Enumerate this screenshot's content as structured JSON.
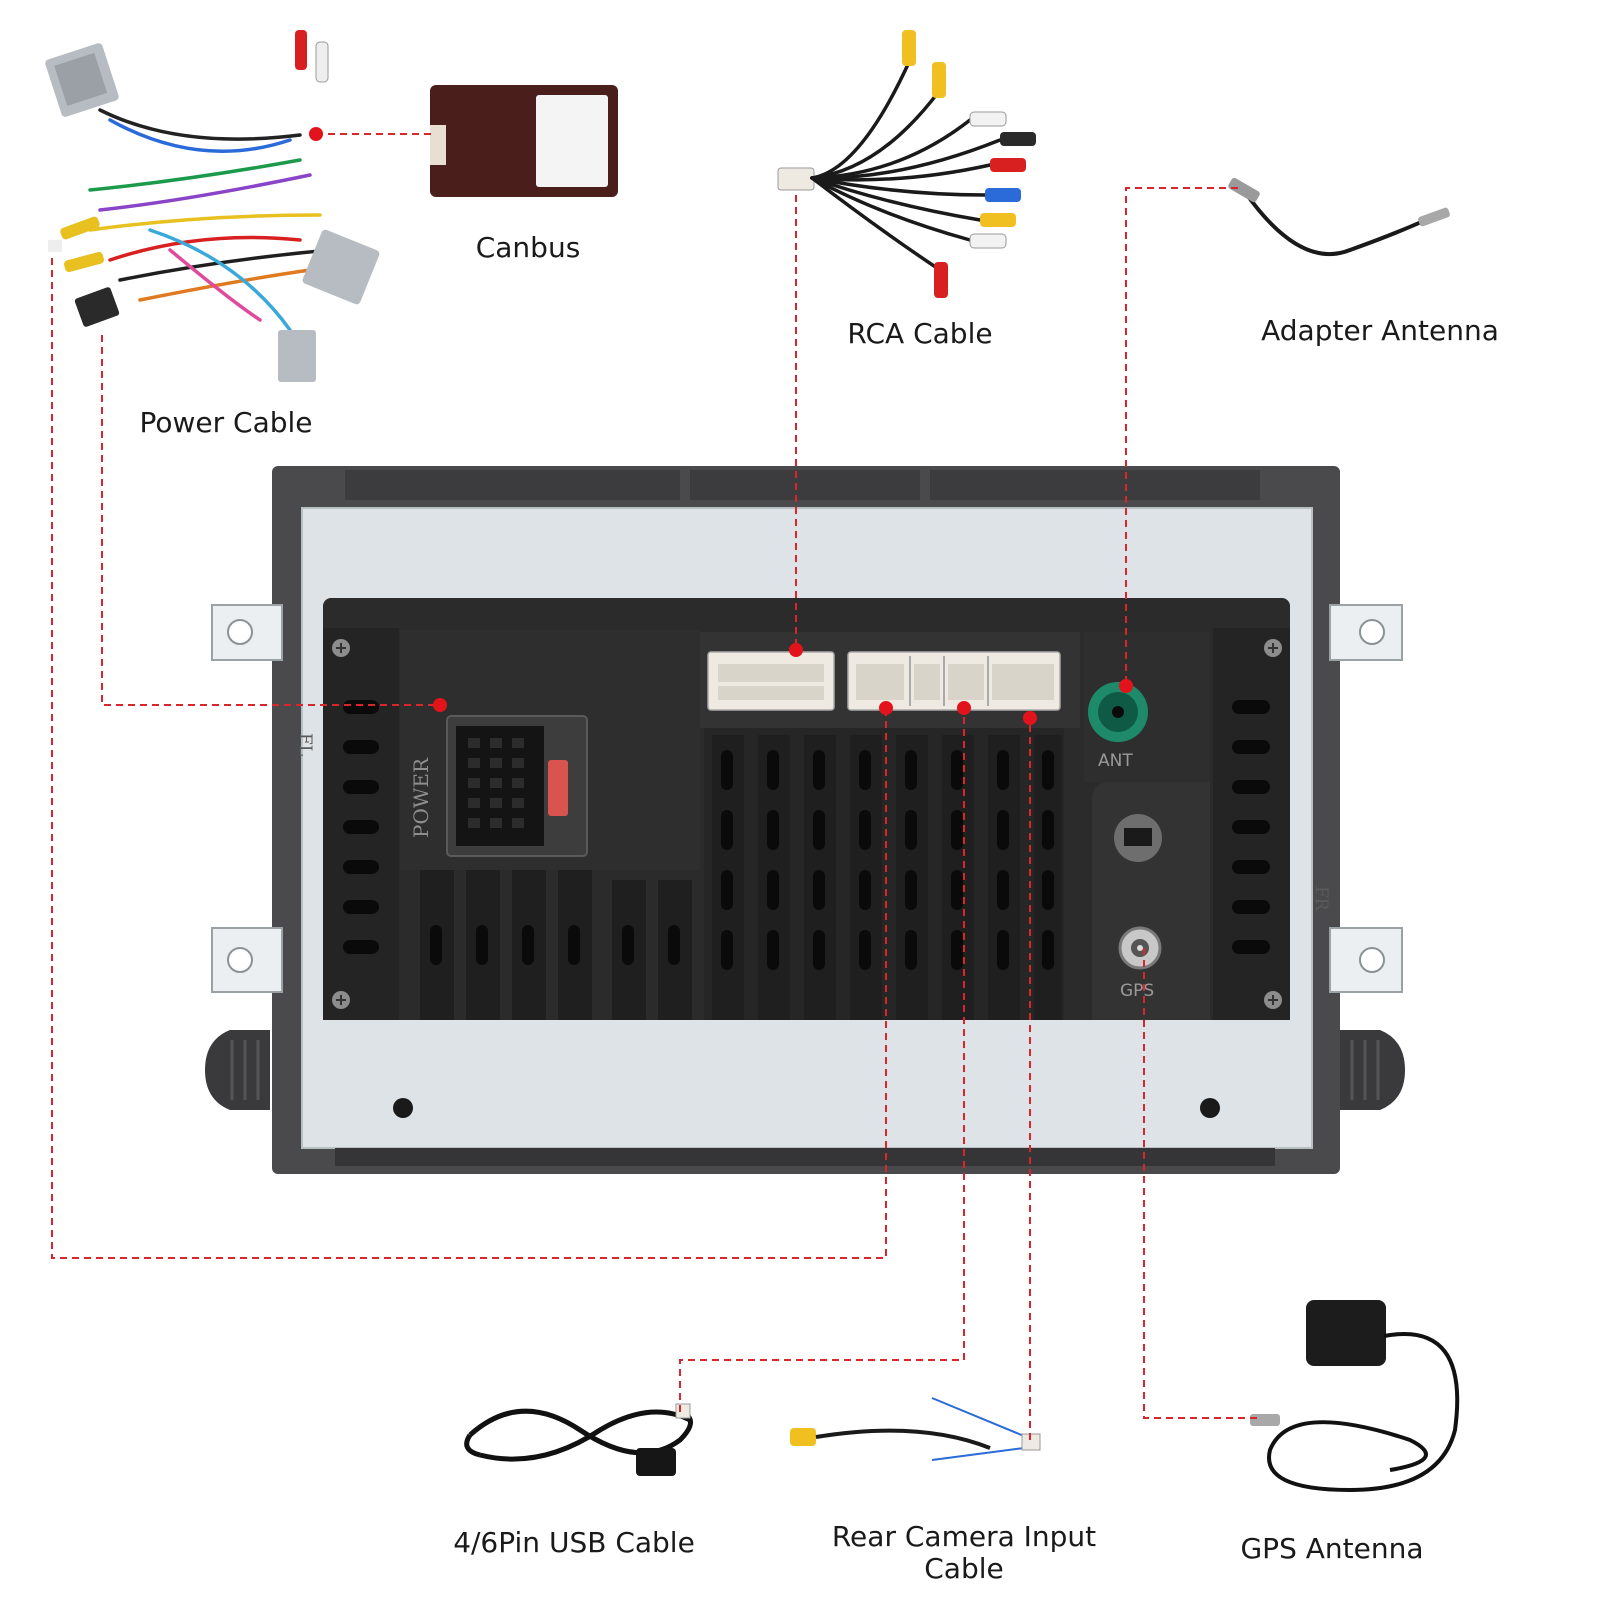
{
  "labels": {
    "power_cable": "Power Cable",
    "canbus": "Canbus",
    "rca_cable": "RCA Cable",
    "adapter_antenna": "Adapter Antenna",
    "usb_cable": "4/6Pin USB Cable",
    "rear_camera_line1": "Rear Camera Input",
    "rear_camera_line2": "Cable",
    "gps_antenna": "GPS Antenna"
  },
  "unit_markings": {
    "power": "POWER",
    "ant": "ANT",
    "gps": "GPS",
    "fl": "FL",
    "fr": "FR"
  },
  "colors": {
    "leader_line": "#d8262c",
    "leader_dot": "#e3131b",
    "unit_body": "#2b2b2b",
    "frame": "#4a4a4c",
    "plate": "#dde3e6",
    "antenna_port": "#1f8a6a"
  }
}
